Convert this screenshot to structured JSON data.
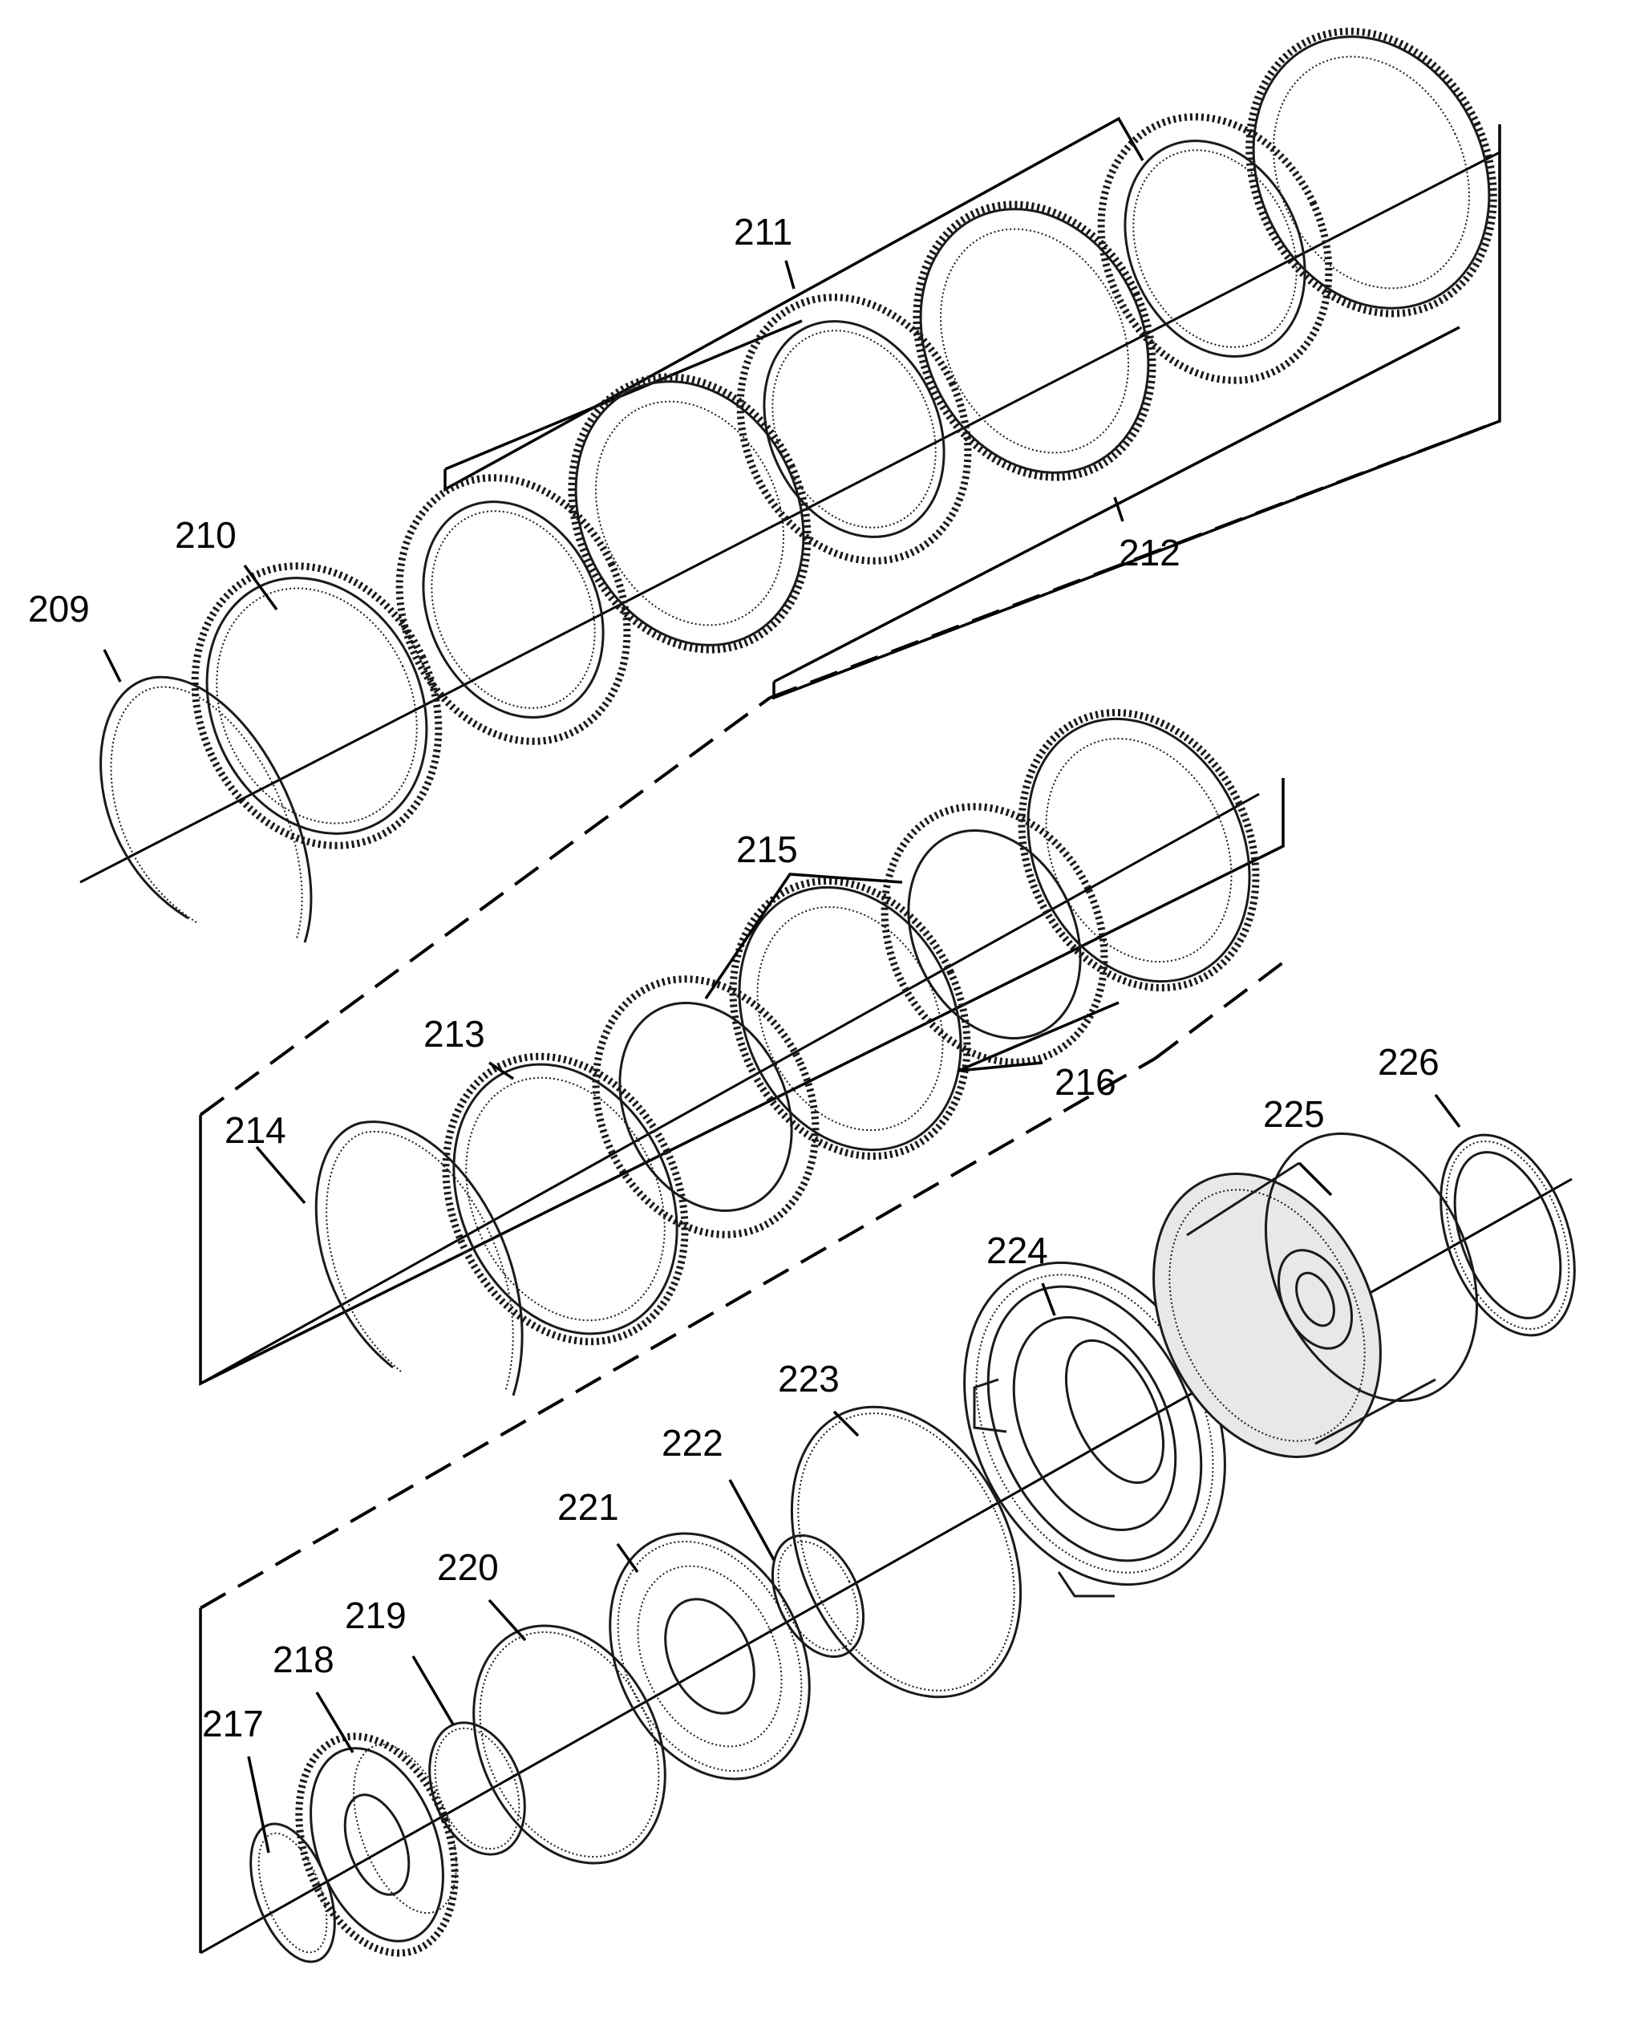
{
  "callouts": [
    {
      "id": "209",
      "text": "209"
    },
    {
      "id": "210",
      "text": "210"
    },
    {
      "id": "211",
      "text": "211"
    },
    {
      "id": "212",
      "text": "212"
    },
    {
      "id": "213",
      "text": "213"
    },
    {
      "id": "214",
      "text": "214"
    },
    {
      "id": "215",
      "text": "215"
    },
    {
      "id": "216",
      "text": "216"
    },
    {
      "id": "217",
      "text": "217"
    },
    {
      "id": "218",
      "text": "218"
    },
    {
      "id": "219",
      "text": "219"
    },
    {
      "id": "220",
      "text": "220"
    },
    {
      "id": "221",
      "text": "221"
    },
    {
      "id": "222",
      "text": "222"
    },
    {
      "id": "223",
      "text": "223"
    },
    {
      "id": "224",
      "text": "224"
    },
    {
      "id": "225",
      "text": "225"
    },
    {
      "id": "226",
      "text": "226"
    }
  ]
}
